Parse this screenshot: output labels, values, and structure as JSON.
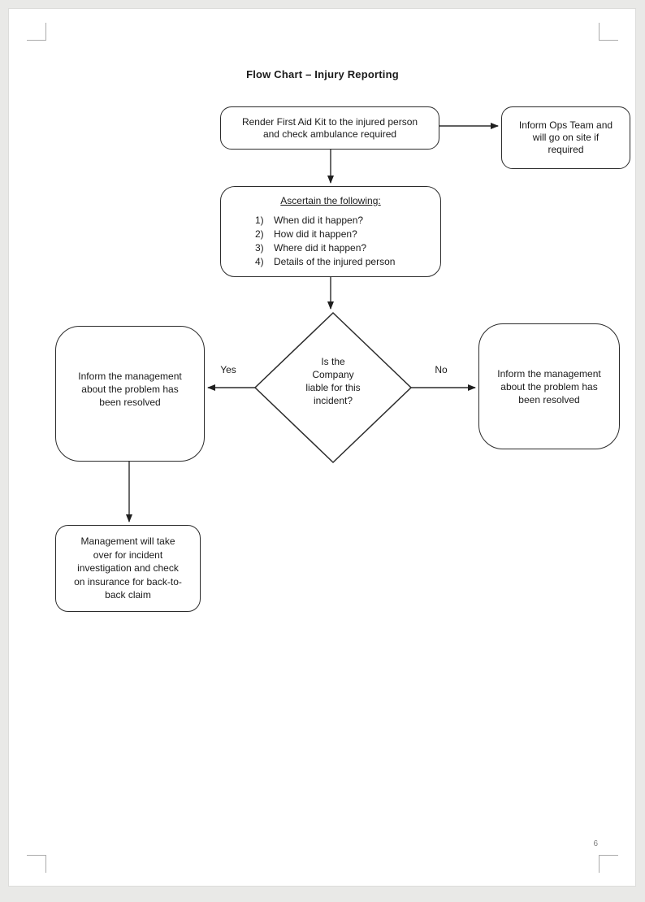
{
  "page": {
    "title": "Flow Chart – Injury Reporting",
    "page_number": "6"
  },
  "flowchart": {
    "first_aid": "Render First Aid Kit to the injured person\nand check ambulance required",
    "inform_ops": "Inform Ops Team and\nwill go on site if\nrequired",
    "ascertain": {
      "heading": "Ascertain the following:",
      "items": [
        {
          "num": "1)",
          "text": "When did it happen?"
        },
        {
          "num": "2)",
          "text": "How did it happen?"
        },
        {
          "num": "3)",
          "text": "Where did it happen?"
        },
        {
          "num": "4)",
          "text": "Details of the injured person"
        }
      ]
    },
    "decision": "Is the\nCompany\nliable for this\nincident?",
    "yes_label": "Yes",
    "no_label": "No",
    "inform_mgmt_left": "Inform the management\nabout the problem  has\nbeen resolved",
    "inform_mgmt_right": "Inform the management\nabout the problem  has\nbeen resolved",
    "mgmt_takeover": "Management will take\nover for incident\ninvestigation and check\non insurance for back-to-\nback claim"
  },
  "colors": {
    "shape_border": "#2b2b2b",
    "arrow": "#1f1f1f",
    "page_background": "#ffffff",
    "canvas_background": "#e9e9e7",
    "crop_mark": "#aaaaaa",
    "page_number_text": "#7d7d7d"
  }
}
